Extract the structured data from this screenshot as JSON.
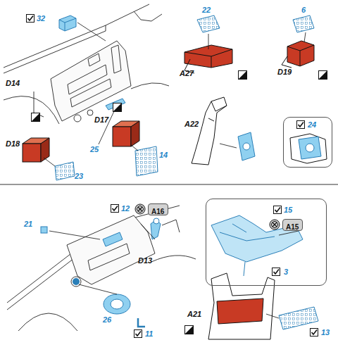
{
  "diagram": {
    "nodes": [
      {
        "text": [
          "24"
        ]
      },
      {
        "text": [
          "A16"
        ]
      },
      {
        "text": [
          "15",
          "3"
        ]
      },
      {
        "text": [
          "A15"
        ],
        "in": 2
      }
    ],
    "labels": [
      "32",
      "25",
      "D14",
      "22",
      "A27",
      "6",
      "D19",
      "A22",
      "D18",
      "D17",
      "23",
      "14",
      "21",
      "12",
      "D13",
      "26",
      "11",
      "A21",
      "13"
    ]
  }
}
